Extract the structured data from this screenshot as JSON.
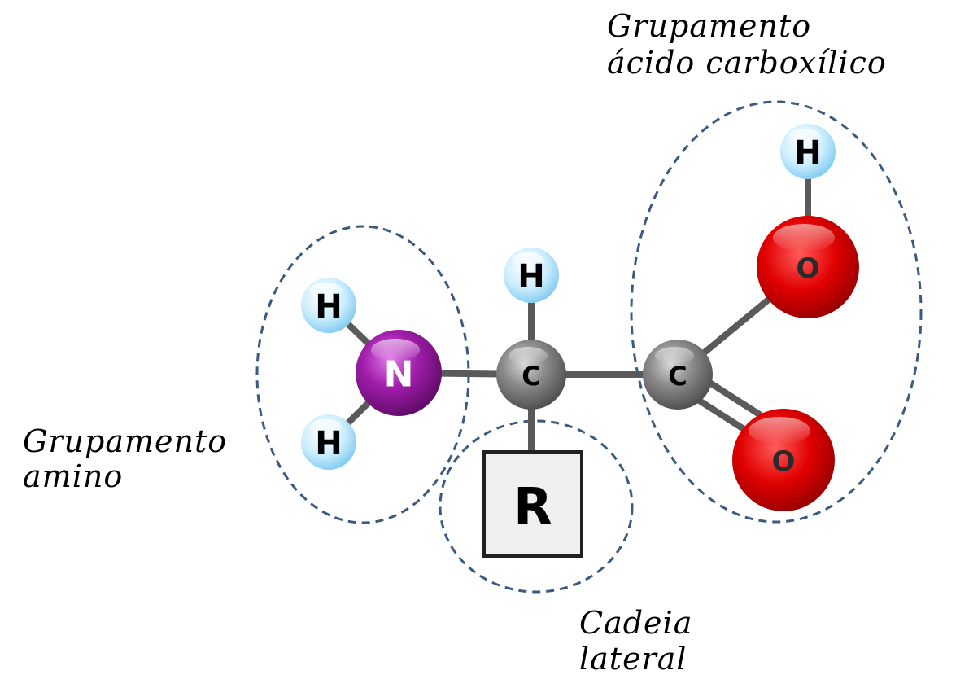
{
  "labels": {
    "carboxyl_line1": "Grupamento",
    "carboxyl_line2": "ácido carboxílico",
    "amino_line1": "Grupamento",
    "amino_line2": "amino",
    "side_line1": "Cadeia",
    "side_line2": "lateral"
  },
  "atoms": {
    "hydrogen": "H",
    "nitrogen": "N",
    "carbon": "C",
    "oxygen": "O",
    "side_chain": "R"
  },
  "colors": {
    "hydrogen": "#bfe6fb",
    "nitrogen": "#8e1597",
    "carbon": "#7a7a7a",
    "oxygen": "#d40000",
    "bond": "#5a5a5a",
    "dashed_outline": "#3b5a80",
    "side_chain_box": "#f0f0f0"
  }
}
